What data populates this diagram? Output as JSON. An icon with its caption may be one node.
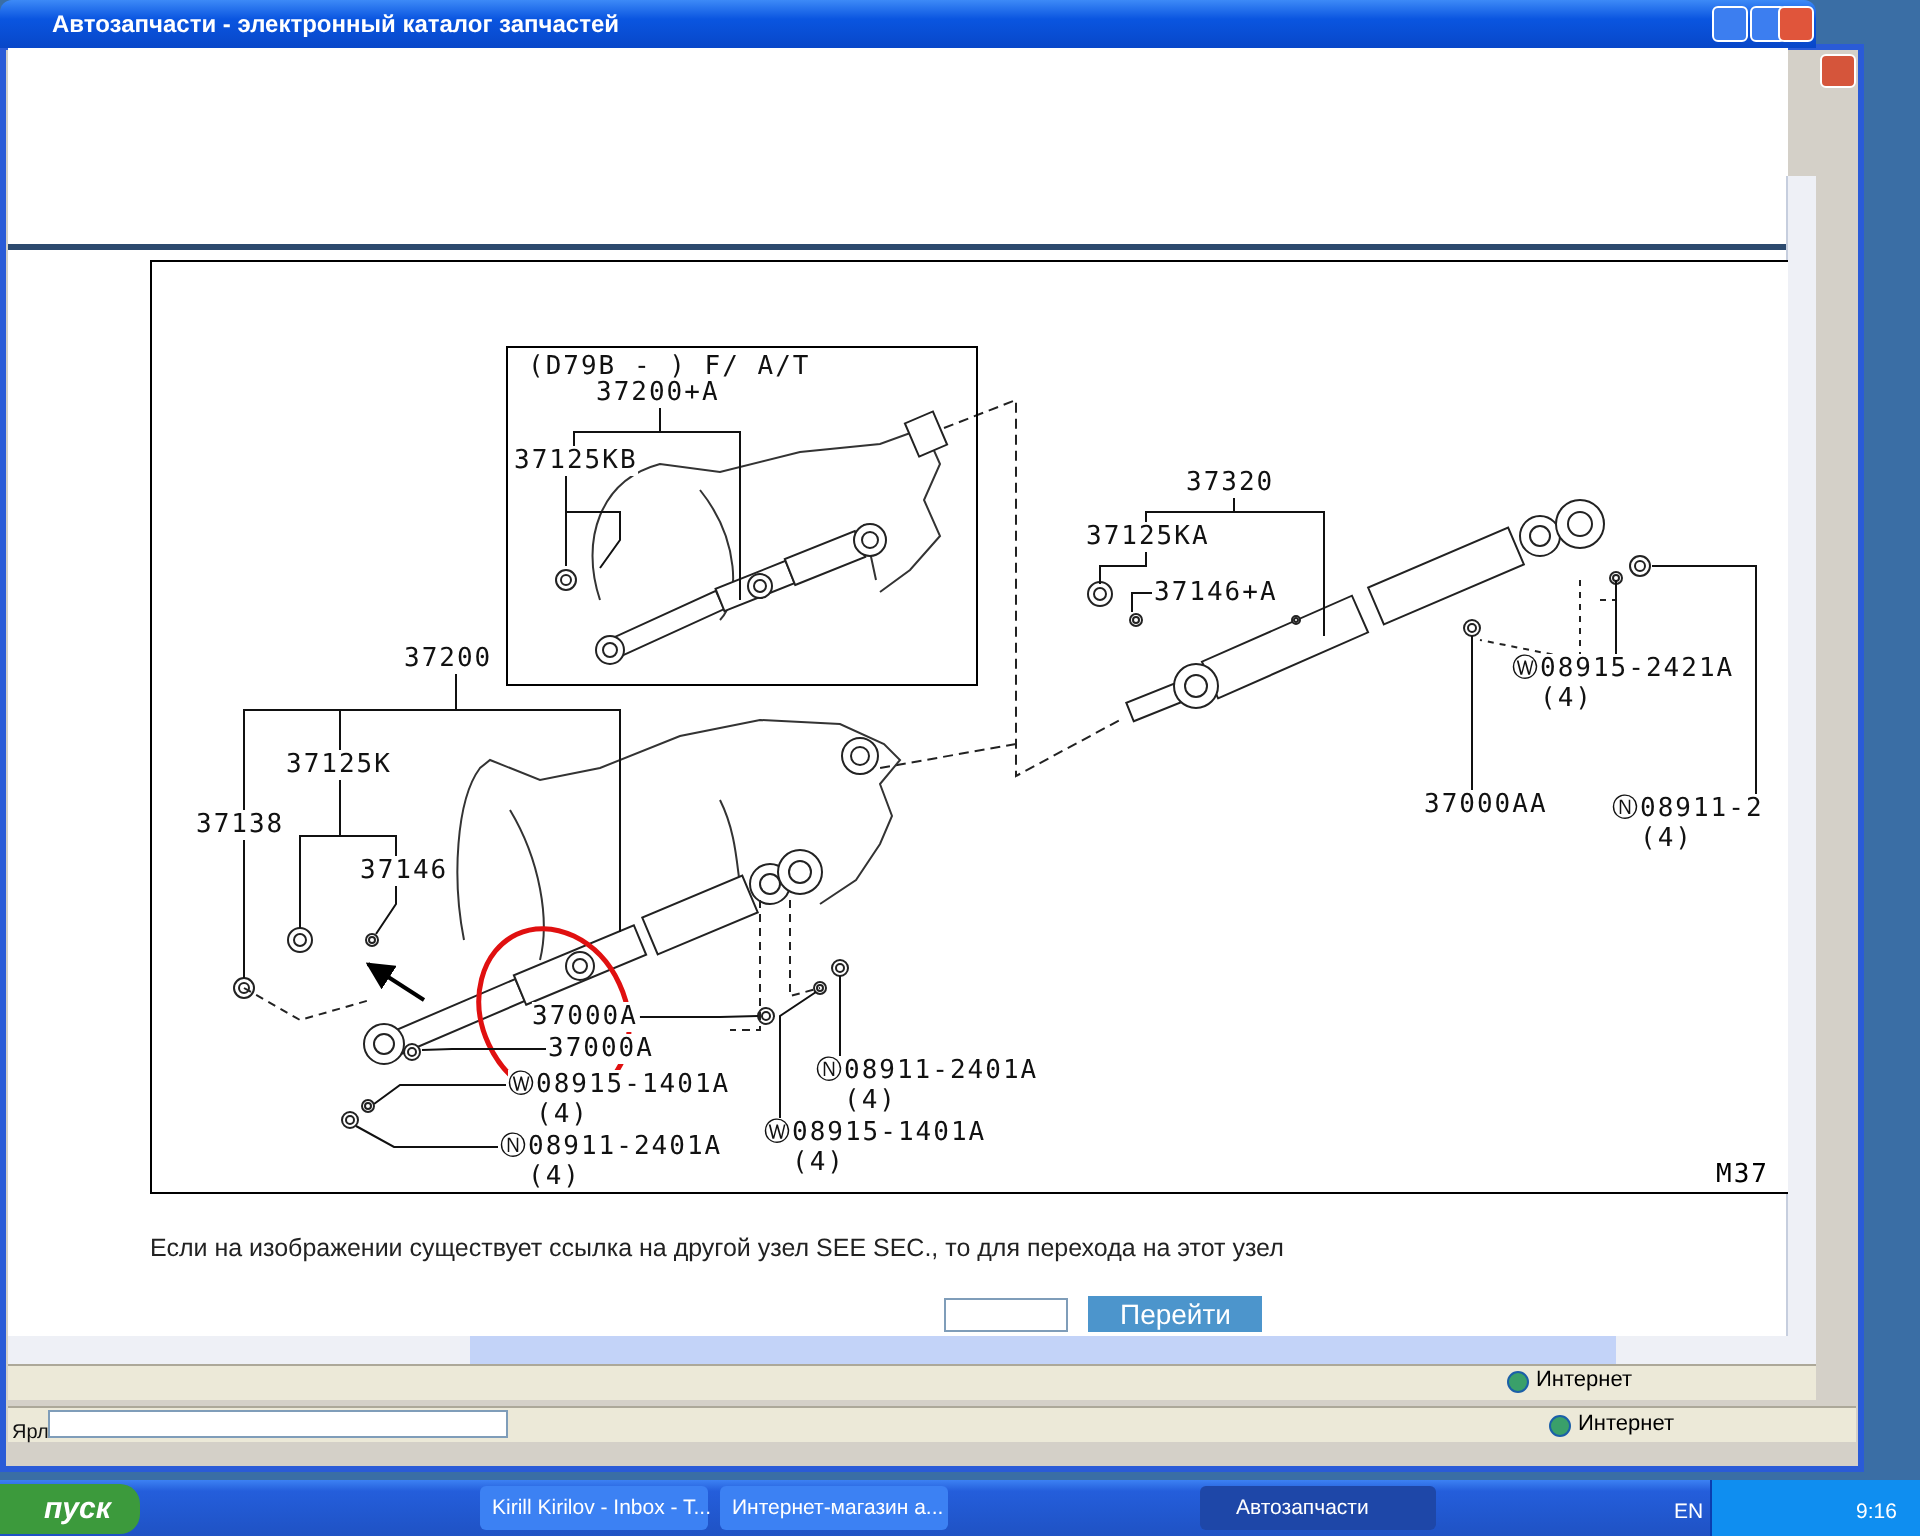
{
  "diagram": {
    "nodes": [
      {
        "text": [
          "(D79B - ) F/ A/T"
        ]
      },
      {
        "text": [
          "37200+A"
        ],
        "in": 0
      },
      {
        "text": [
          "37125KB"
        ],
        "in": 0
      },
      {
        "text": [
          "37320"
        ]
      },
      {
        "text": [
          "37125KA"
        ]
      },
      {
        "text": [
          "37146+A"
        ]
      },
      {
        "text": [
          "Ⓦ08915-2421A"
        ],
        "beside": [
          "(4)"
        ]
      },
      {
        "text": [
          "37000AA"
        ]
      },
      {
        "text": [
          "Ⓝ08911-2"
        ],
        "beside": [
          "(4)"
        ]
      },
      {
        "text": [
          "37200"
        ]
      },
      {
        "text": [
          "37125K"
        ]
      },
      {
        "text": [
          "37138"
        ]
      },
      {
        "text": [
          "37146"
        ]
      },
      {
        "text": [
          "37000A"
        ]
      },
      {
        "text": [
          "37000A"
        ]
      },
      {
        "text": [
          "Ⓦ08915-1401A"
        ],
        "beside": [
          "(4)"
        ]
      },
      {
        "text": [
          "Ⓝ08911-2401A"
        ],
        "beside": [
          "(4)"
        ]
      },
      {
        "text": [
          "Ⓝ08911-2401A"
        ],
        "beside": [
          "(4)"
        ]
      },
      {
        "text": [
          "Ⓦ08915-1401A"
        ],
        "beside": [
          "(4)"
        ]
      }
    ],
    "edges": [
      {
        "from": 1,
        "to": 2,
        "arrow": "none"
      },
      {
        "from": 1,
        "to": null,
        "arrow": "none"
      },
      {
        "from": 2,
        "to": null,
        "arrow": "none"
      },
      {
        "from": 3,
        "to": 4,
        "arrow": "none"
      },
      {
        "from": 3,
        "to": null,
        "arrow": "none"
      },
      {
        "from": 4,
        "to": null,
        "arrow": "none"
      },
      {
        "from": 5,
        "to": null,
        "arrow": "none"
      },
      {
        "from": 6,
        "to": null,
        "arrow": "none"
      },
      {
        "from": 7,
        "to": null,
        "arrow": "none"
      },
      {
        "from": 8,
        "to": null,
        "arrow": "none"
      },
      {
        "from": 9,
        "to": 10,
        "arrow": "none"
      },
      {
        "from": 9,
        "to": null,
        "arrow": "none"
      },
      {
        "from": 9,
        "to": 11,
        "arrow": "none"
      },
      {
        "from": 11,
        "to": null,
        "arrow": "none"
      },
      {
        "from": 10,
        "to": null,
        "arrow": "none"
      },
      {
        "from": 10,
        "to": 12,
        "arrow": "none"
      },
      {
        "from": 12,
        "to": null,
        "arrow": "none"
      },
      {
        "from": 13,
        "to": null,
        "arrow": "none"
      },
      {
        "from": 14,
        "to": null,
        "arrow": "none"
      },
      {
        "from": 15,
        "to": null,
        "arrow": "none"
      },
      {
        "from": 16,
        "to": null,
        "arrow": "none"
      },
      {
        "from": 17,
        "to": null,
        "arrow": "none"
      },
      {
        "from": 18,
        "to": null,
        "arrow": "none"
      }
    ],
    "labels": [
      "Автозапчасти - электронный каталог запчастей",
      "M37",
      "Если на изображении существует ссылка на другой узел SEE SEC., то для перехода на этот узел",
      "Перейти",
      "Интернет",
      "Ярл",
      "Интернет",
      "пуск",
      "Kirill Kirilov - Inbox - T...",
      "Интернет-магазин а...",
      "Автозапчасти",
      "EN",
      "9:16"
    ]
  }
}
